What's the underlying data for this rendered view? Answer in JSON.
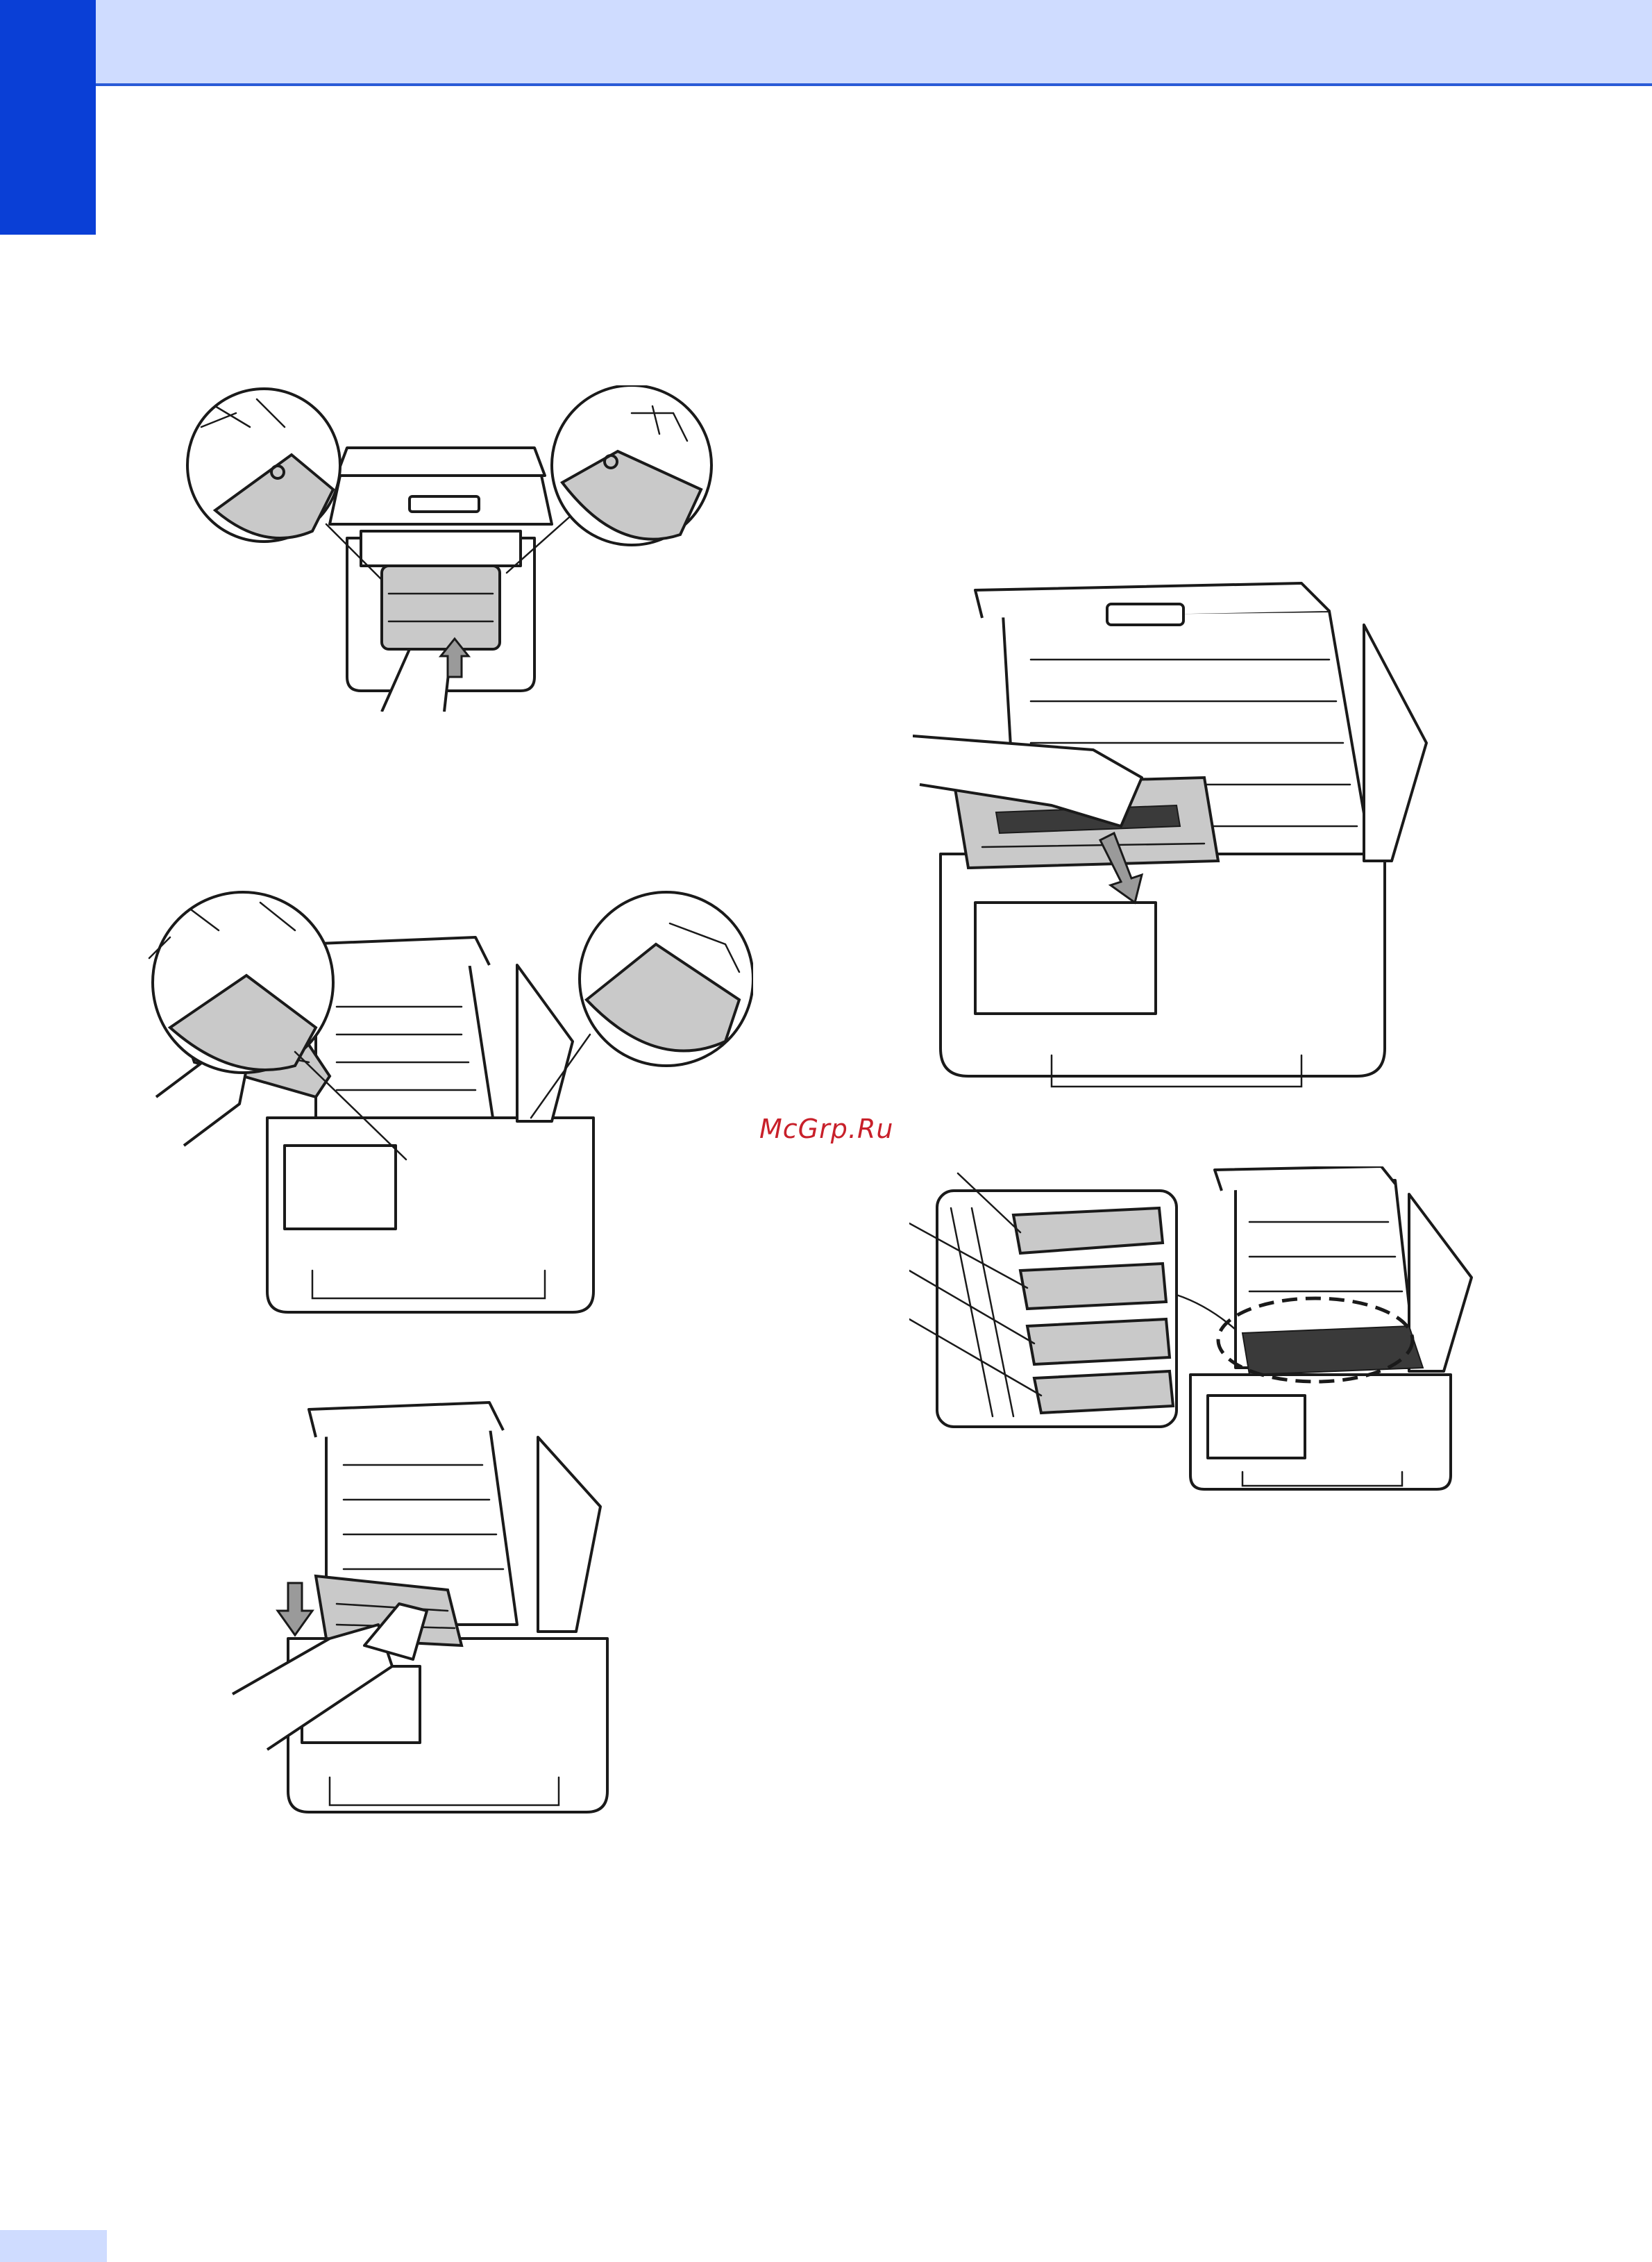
{
  "page": {
    "watermark": "McGrp.Ru"
  },
  "colors": {
    "header_band": "#cfdcff",
    "side_tab": "#0a3fd6",
    "header_rule": "#2a5bd7",
    "watermark": "#c8202a"
  },
  "illustrations": [
    {
      "id": "fig-1",
      "icon": "belt-unit-removal-illustration"
    },
    {
      "id": "fig-2",
      "icon": "drum-unit-insertion-illustration"
    },
    {
      "id": "fig-3",
      "icon": "drum-unit-push-down-illustration"
    },
    {
      "id": "fig-4",
      "icon": "waste-toner-box-insertion-illustration"
    },
    {
      "id": "fig-5",
      "icon": "drum-unit-callout-illustration"
    }
  ]
}
